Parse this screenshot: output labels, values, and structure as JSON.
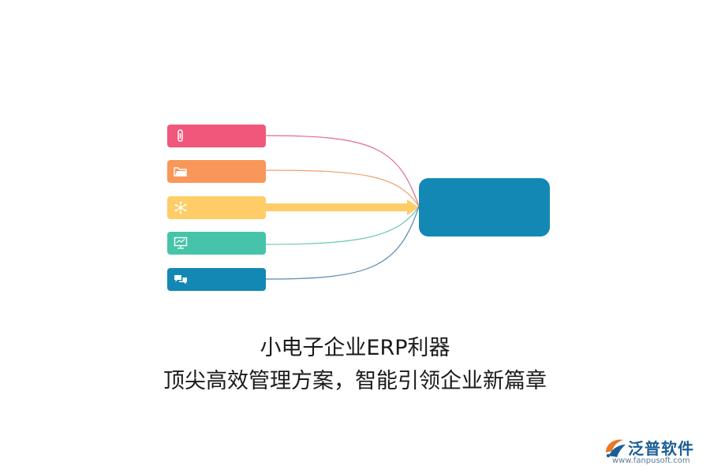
{
  "colors": {
    "tag_1": "#F0577A",
    "tag_2": "#F9975A",
    "tag_3": "#FECD67",
    "tag_4": "#46C4A9",
    "tag_5": "#1488B4",
    "target": "#1488B4",
    "logo": "#1b5e95"
  },
  "tags": [
    {
      "icon": "paperclip-icon"
    },
    {
      "icon": "folder-icon"
    },
    {
      "icon": "network-icon"
    },
    {
      "icon": "presentation-icon"
    },
    {
      "icon": "chat-bubbles-icon"
    }
  ],
  "title": {
    "line1": "小电子企业ERP利器",
    "line2": "顶尖高效管理方案，智能引领企业新篇章"
  },
  "logo": {
    "name": "泛普软件",
    "url": "www.fanpusoft.com"
  }
}
